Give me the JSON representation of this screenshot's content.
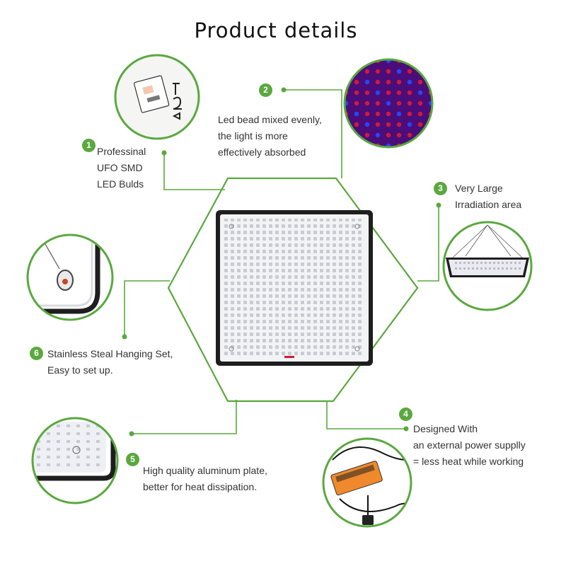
{
  "title": "Product details",
  "colors": {
    "accent": "#5aa83e",
    "frame": "#1e1e1e",
    "panel": "#f2f3f5",
    "led": "#c9cbd3",
    "red_led": "#d11a3a",
    "blue_led": "#2746ff",
    "driver": "#f0892b"
  },
  "callouts": {
    "c1": {
      "number": "1",
      "lines": [
        "Professinal",
        "UFO SMD",
        "LED Bulds"
      ]
    },
    "c2": {
      "number": "2",
      "lines": [
        "Led bead mixed evenly,",
        "the light is more",
        "effectively absorbed"
      ]
    },
    "c3": {
      "number": "3",
      "lines": [
        "Very Large",
        "Irradiation area"
      ]
    },
    "c4": {
      "number": "4",
      "lines": [
        "Designed With",
        "an external power supplly",
        "= less heat while working"
      ]
    },
    "c5": {
      "number": "5",
      "lines": [
        "High quality aluminum plate,",
        "better for heat dissipation."
      ]
    },
    "c6": {
      "number": "6",
      "lines": [
        "Stainless Steal Hanging Set,",
        "Easy to set up."
      ]
    }
  },
  "images": {
    "bulb": "led-chip-closeup-icon",
    "mixed": "red-blue-led-array-icon",
    "hanging": "hanging-panel-icon",
    "hook": "hanging-hook-icon",
    "plate": "aluminum-plate-corner-icon",
    "driver": "external-power-supply-icon",
    "main": "square-led-grow-panel"
  }
}
